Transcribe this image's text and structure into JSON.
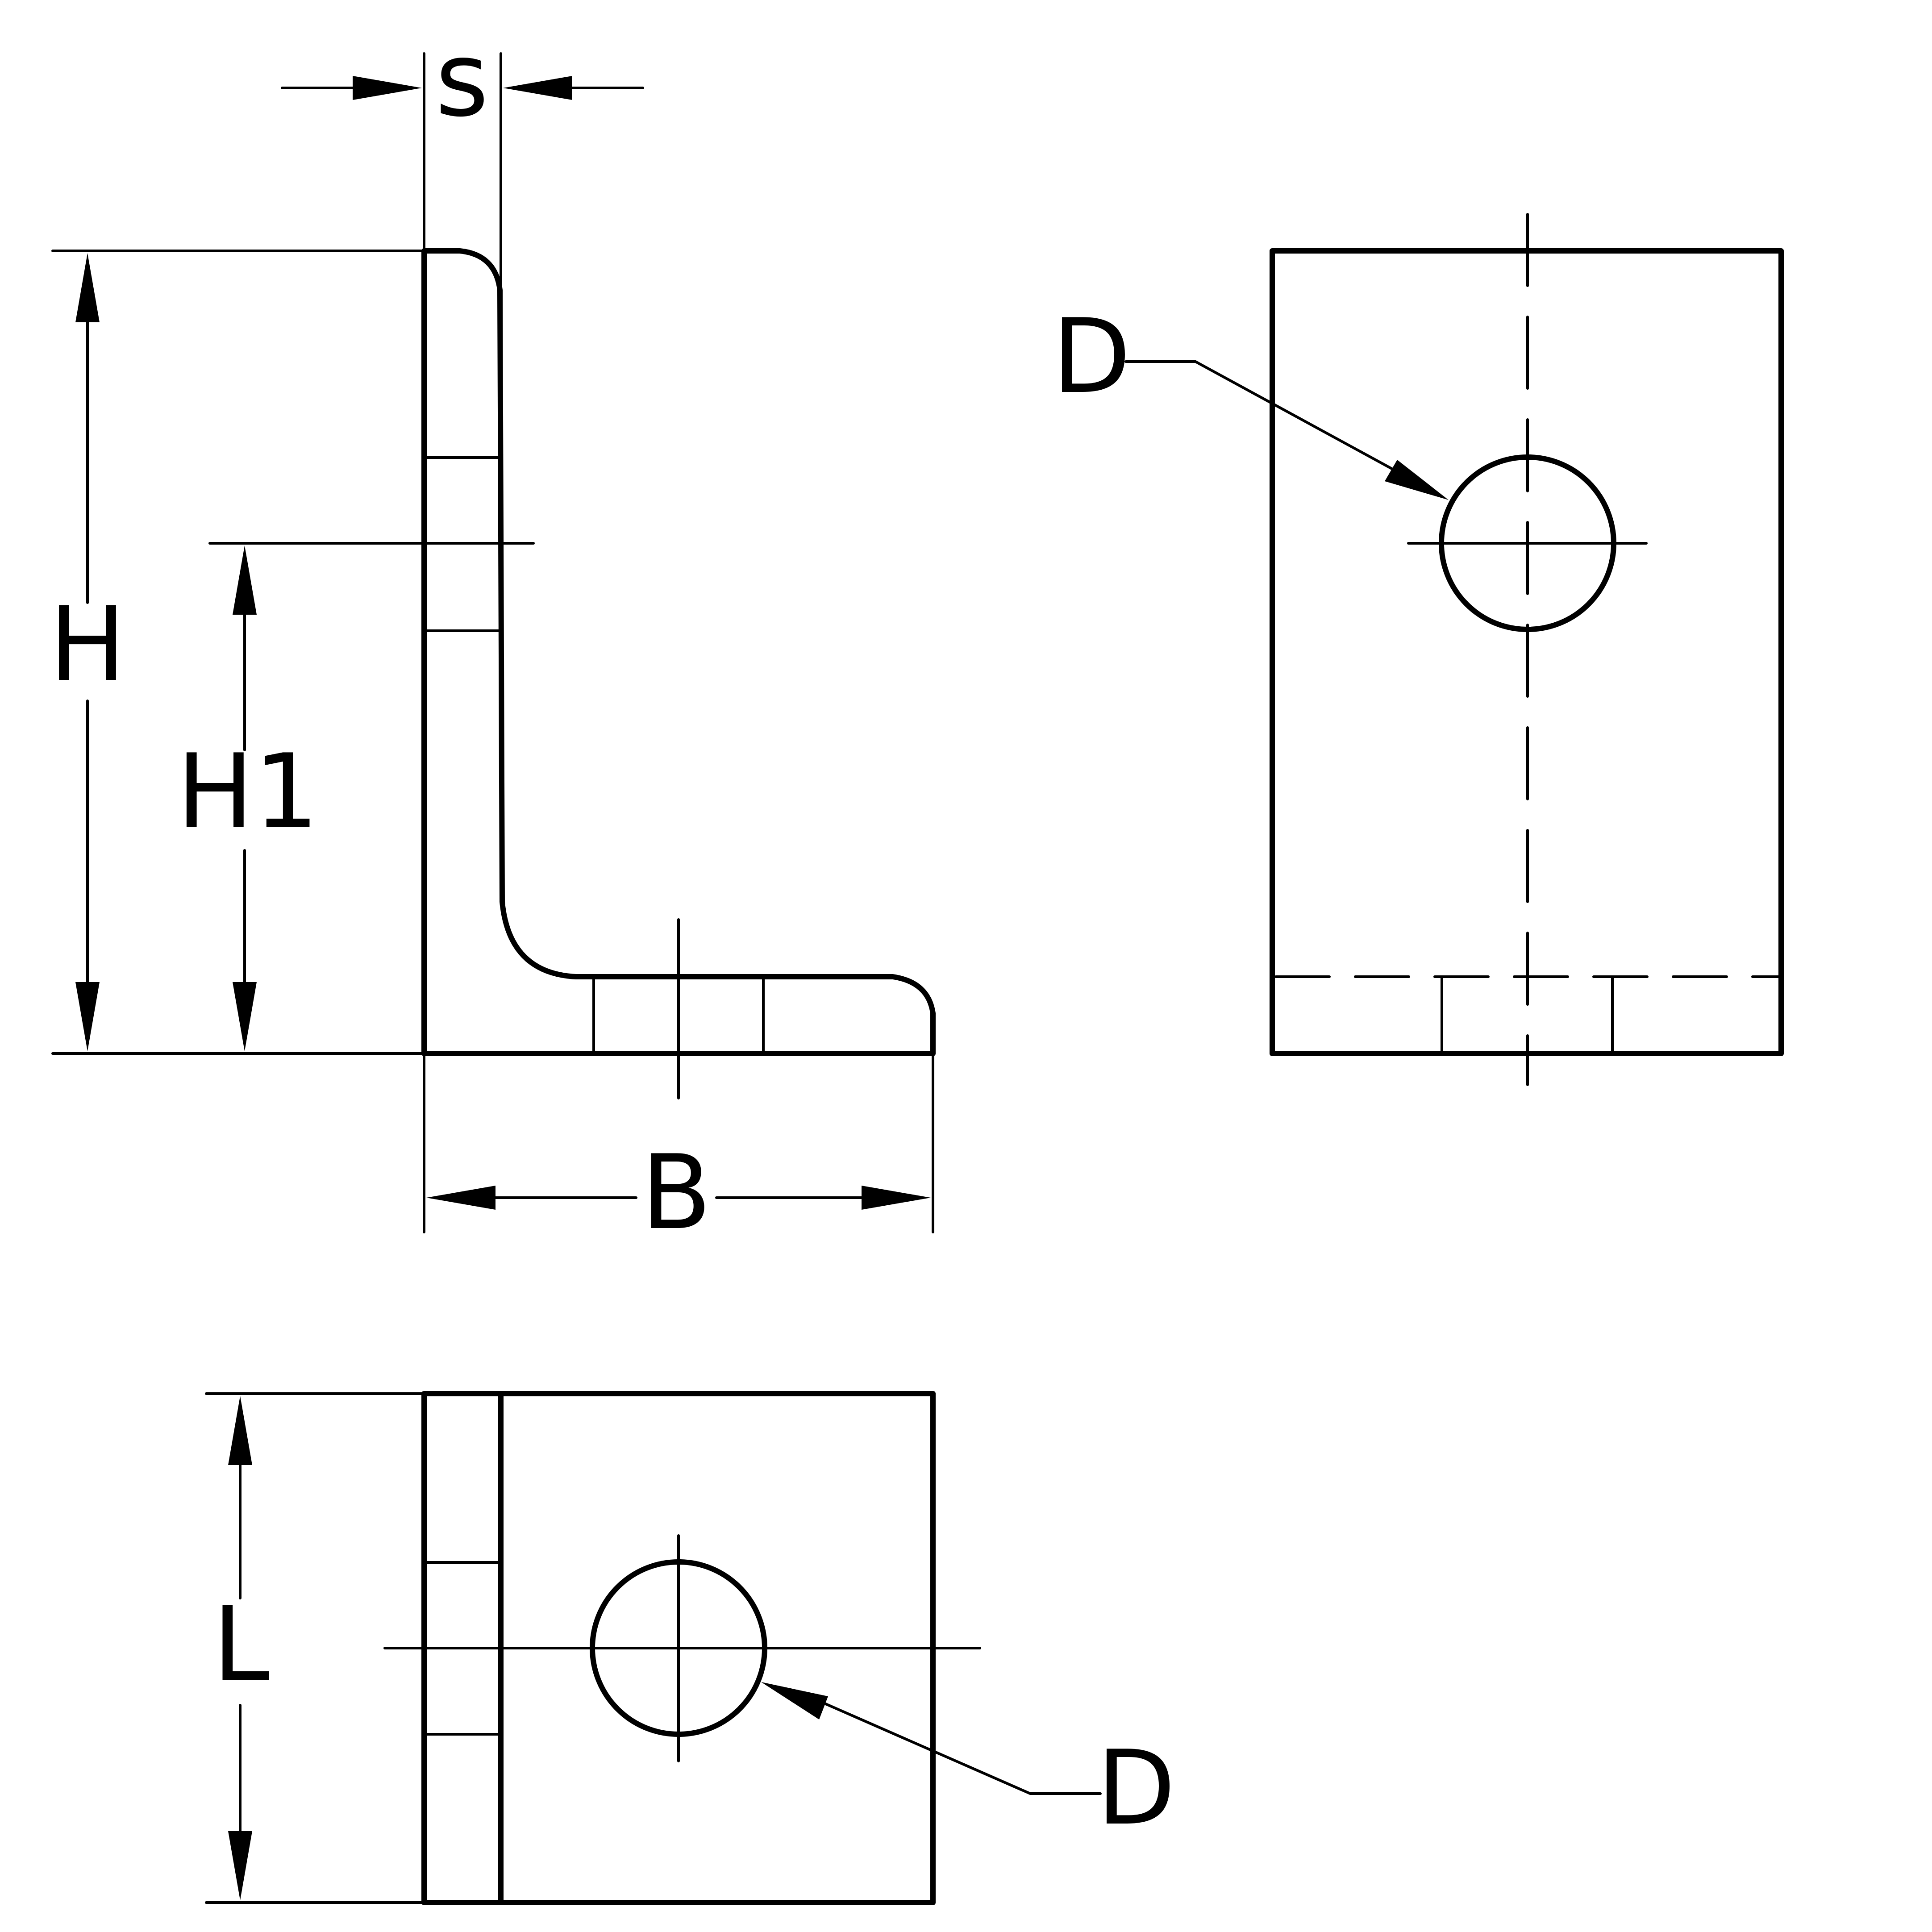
{
  "labels": {
    "s": "s",
    "h": "H",
    "h1": "H1",
    "b": "B",
    "l": "L",
    "d_top": "D",
    "d_bottom": "D"
  },
  "colors": {
    "line": "#000000",
    "background": "#ffffff"
  }
}
